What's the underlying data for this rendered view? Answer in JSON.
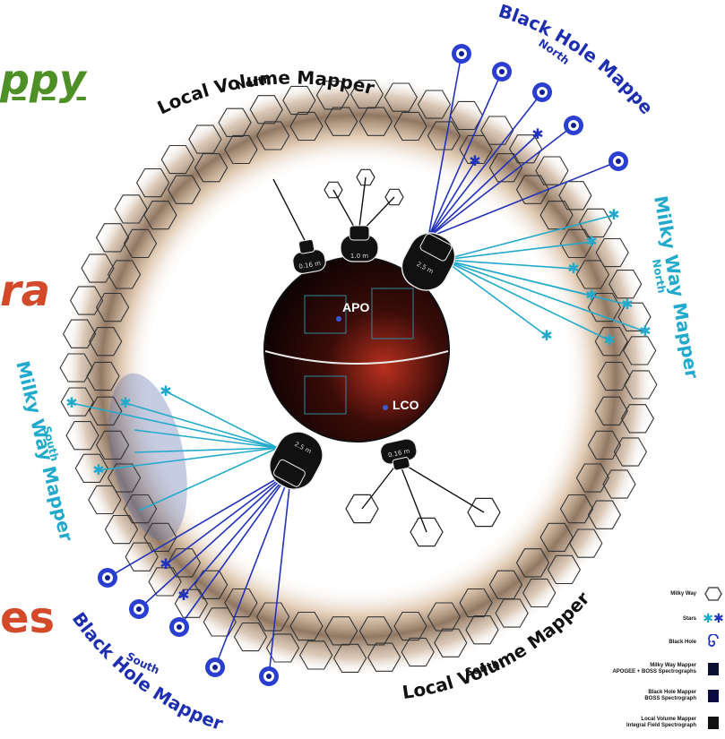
{
  "partial_words": {
    "top": "ppy",
    "middle": "ra",
    "bottom": "es"
  },
  "observatories": {
    "north": "APO",
    "south": "LCO"
  },
  "telescope_labels": {
    "north_left": "0.16 m",
    "north_mid": "1.0 m",
    "north_big": "2.5 m",
    "south_big": "2.5 m",
    "south_small": "0.16 m"
  },
  "program_labels": {
    "lvm_north": {
      "name": "Local Volume Mapper",
      "sub": "North"
    },
    "bhm_north": {
      "name": "Black Hole Mapper",
      "sub": "North"
    },
    "mwm_north": {
      "name": "Milky Way Mapper",
      "sub": "North"
    },
    "mwm_south": {
      "name": "Milky Way Mapper",
      "sub": "South"
    },
    "bhm_south": {
      "name": "Black Hole Mapper",
      "sub": "South"
    },
    "lvm_south": {
      "name": "Local Volume Mapper",
      "sub": "South"
    }
  },
  "legend": [
    {
      "label": "Milky Way",
      "icon": "hexagon-icon"
    },
    {
      "label": "Stars",
      "icon": "star-icon"
    },
    {
      "label": "Black Hole",
      "icon": "spiral-icon"
    },
    {
      "label": "Milky Way Mapper",
      "label2": "APOGEE + BOSS Spectrographs",
      "icon": "square-icon"
    },
    {
      "label": "Black Hole Mapper",
      "label2": "BOSS Spectrograph",
      "icon": "square-icon"
    },
    {
      "label": "Local Volume Mapper",
      "label2": "Integral Field Spectrograph",
      "icon": "square-icon"
    }
  ],
  "colors": {
    "bhm": "#2233bb",
    "mwm": "#22aacc",
    "lvm": "#111111",
    "word_green": "#4e8f26",
    "word_red": "#d24a2a"
  }
}
